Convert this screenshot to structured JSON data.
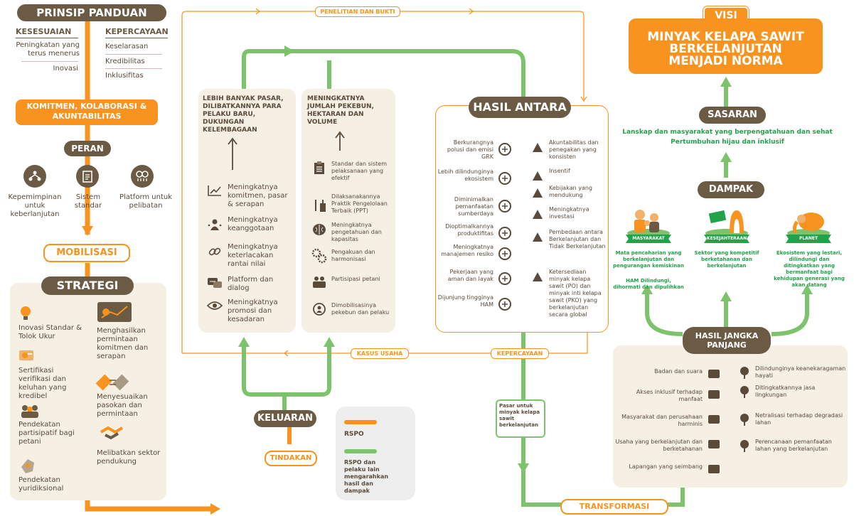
{
  "colors": {
    "orange": "#f7931e",
    "brown": "#6b5a44",
    "green": "#7dc36b",
    "panel": "#f6efe4"
  },
  "left": {
    "prinsip_title": "PRINSIP PANDUAN",
    "kesesuaian": "KESESUAIAN",
    "kepercayaan": "KEPERCAYAAN",
    "kesesuaian_items": [
      "Peningkatan yang terus menerus",
      "Inovasi"
    ],
    "kepercayaan_items": [
      "Keselarasan",
      "Kredibilitas",
      "Inklusifitas"
    ],
    "komitmen": "KOMITMEN, KOLABORASI & AKUNTABILITAS",
    "peran": "PERAN",
    "peran_items": [
      "Kepemimpinan untuk keberlanjutan",
      "Sistem standar",
      "Platform untuk pelibatan"
    ],
    "mobilisasi": "MOBILISASI",
    "strategi": "STRATEGI",
    "strategi_left": [
      "Inovasi Standar & Tolok Ukur",
      "Sertifikasi verifikasi dan keluhan yang kredibel",
      "Pendekatan partisipatif bagi petani",
      "Pendekatan yuridiksional"
    ],
    "strategi_right": [
      "Menghasilkan permintaan komitmen dan serapan",
      "Menyesuaikan pasokan dan permintaan",
      "Melibatkan sektor pendukung"
    ]
  },
  "middle": {
    "penelitian": "PENELITIAN DAN BUKTI",
    "box1_title": "LEBIH BANYAK PASAR, DILIBATKANNYA PARA PELAKU BARU, DUKUNGAN KELEMBAGAAN",
    "box1_items": [
      "Meningkatnya komitmen, pasar & serapan",
      "Meningkatnya keanggotaan",
      "Meningkatnya keterlacakan rantai nilai",
      "Platform dan dialog",
      "Meningkatnya promosi dan kesadaran"
    ],
    "box2_title": "MENINGKATNYA JUMLAH PEKEBUN, HEKTARAN DAN VOLUME",
    "box2_items": [
      "Standar dan sistem pelaksanaan yang efektif",
      "Dilaksanakannya Praktik Pengelolaan Terbaik (PPT)",
      "Meningkatnya pengetahuan dan kapasitas",
      "Pengakuan dan harmonisasi",
      "Partisipasi petani",
      "Dimobilisasinya pekebun dan pelaku"
    ],
    "kasus_usaha": "KASUS USAHA",
    "kepercayaan_tag": "KEPERCAYAAN",
    "keluaran": "KELUARAN",
    "tindakan": "TINDAKAN",
    "legend_rspo": "RSPO",
    "legend_rspo_lain": "RSPO dan pelaku lain mengarahkan hasil dan dampak"
  },
  "hasil": {
    "title": "HASIL ANTARA",
    "left_items": [
      "Berkurangnya polusi dan emisi GRK",
      "Lebih dilindunginya ekosistem",
      "Diminimalkan pemanfaatan sumberdaya",
      "Dioptimalkannya produktifitas",
      "Meningkatnya manajemen resiko",
      "Pekerjaan yang aman dan layak",
      "Dijunjung tingginya HAM"
    ],
    "right_items": [
      "Akuntabilitas dan penegakan yang konsisten",
      "Insentif",
      "Kebijakan yang mendukung",
      "Meningkatnya investasi",
      "Pembedaan antara Berkelanjutan dan Tidak Berkelanjutan",
      "Ketersediaan minyak kelapa sawit (PO) dan minyak inti kelapa sawit (PKO) yang berkelanjutan secara global"
    ],
    "pasar_box": "Pasar untuk minyak kelapa sawit berkelanjutan",
    "transformasi": "TRANSFORMASI"
  },
  "right": {
    "visi": "VISI",
    "visi_text": "MINYAK KELAPA SAWIT BERKELANJUTAN MENJADI NORMA",
    "sasaran": "SASARAN",
    "sasaran_text1": "Lanskap dan masyarakat yang berpengatahuan dan sehat",
    "sasaran_text2": "Pertumbuhan hijau dan inklusif",
    "dampak": "DAMPAK",
    "ribbons": [
      "MASYARAKAT",
      "KESEJAHTERAAN",
      "PLANET"
    ],
    "dampak_texts": [
      "Mata pencaharian yang berkelanjutan dan pengurangan kemiskinan",
      "Sektor yang kompetitif berketahanan dan berkelanjutan",
      "Ekosistem yang lestari, dilindungi dan ditingkatkan yang bermanfaat bagi kehidupan generasi yang akan datang"
    ],
    "ham_text": "HAM Dilindungi, dihormati dan dipulihkan",
    "jangka_title": "HASIL JANGKA PANJANG",
    "jangka_left": [
      "Badan dan suara",
      "Akses inklusif terhadap manfaat",
      "Masyarakat dan perusahaan harminis",
      "Usaha yang berkelanjutan dan berketahanan",
      "Lapangan yang seimbang"
    ],
    "jangka_right": [
      "Dilindunginya keanekaragaman hayati",
      "Ditingkatkannya jasa lingkungan",
      "Netralisasi terhadap degradasi lahan",
      "Perencanaan pemanfaatan lahan yang berkelanjutan"
    ]
  }
}
